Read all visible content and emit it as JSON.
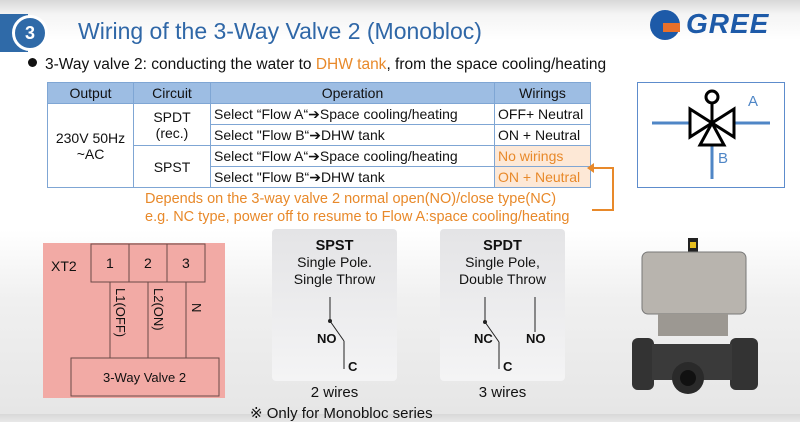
{
  "header": {
    "section_number": "3",
    "title": "Wiring of the 3-Way Valve 2 (Monobloc)",
    "logo_text": "GREE"
  },
  "bullet": {
    "prefix": "3-Way valve 2: conducting the water to ",
    "highlight": "DHW tank",
    "suffix": ", from the space cooling/heating"
  },
  "table": {
    "headers": [
      "Output",
      "Circuit",
      "Operation",
      "Wirings"
    ],
    "output": [
      "230V 50Hz",
      "~AC"
    ],
    "groups": [
      {
        "circuit": [
          "SPDT",
          "(rec.)"
        ],
        "rows": [
          {
            "operation": "Select “Flow A“➔Space cooling/heating",
            "wiring": "OFF+ Neutral"
          },
          {
            "operation": "Select \"Flow B“➔DHW tank",
            "wiring": "ON + Neutral"
          }
        ]
      },
      {
        "circuit": [
          "SPST"
        ],
        "rows": [
          {
            "operation": "Select “Flow A“➔Space cooling/heating",
            "wiring": "No wirings"
          },
          {
            "operation": "Select \"Flow B“➔DHW tank",
            "wiring": "ON + Neutral"
          }
        ]
      }
    ]
  },
  "note": [
    "Depends on the 3-way valve 2 normal open(NO)/close type(NC)",
    "e.g. NC type, power off to resume to Flow A:space cooling/heating"
  ],
  "valve_symbol": {
    "port_a": "A",
    "port_b": "B"
  },
  "terminal": {
    "label": "XT2",
    "terminals": [
      "1",
      "2",
      "3"
    ],
    "wires": [
      "L1(OFF)",
      "L2(ON)",
      "N"
    ],
    "device": "3-Way Valve 2"
  },
  "spst": {
    "title": "SPST",
    "subtitle": [
      "Single Pole.",
      "Single Throw"
    ],
    "contact": "NO",
    "common": "C",
    "wires": "2 wires"
  },
  "spdt": {
    "title": "SPDT",
    "subtitle": [
      "Single Pole,",
      "Double Throw"
    ],
    "contact_nc": "NC",
    "contact_no": "NO",
    "common": "C",
    "wires": "3 wires"
  },
  "footer": "※ Only for Monobloc series",
  "colors": {
    "accent": "#2f67a7",
    "highlight": "#e8892a",
    "table_header": "#9dbde3",
    "terminal_bg": "#f2aaa5"
  }
}
